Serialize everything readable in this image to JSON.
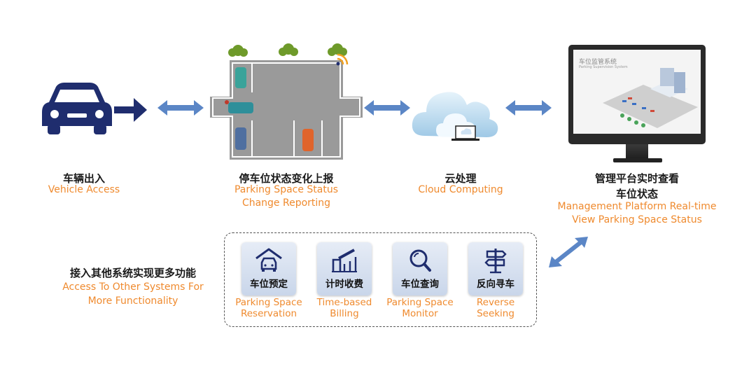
{
  "stages": [
    {
      "cn": "车辆出入",
      "en": [
        "Vehicle Access"
      ]
    },
    {
      "cn": "停车位状态变化上报",
      "en": [
        "Parking Space Status",
        "Change Reporting"
      ]
    },
    {
      "cn": "云处理",
      "en": [
        "Cloud Computing"
      ]
    },
    {
      "cn": [
        "管理平台实时查看",
        "车位状态"
      ],
      "en": [
        "Management Platform Real-time",
        "View Parking Space Status"
      ]
    }
  ],
  "monitor": {
    "title_cn": "车位监管系统",
    "title_en": "Parking Supervision System"
  },
  "extension": {
    "cn": "接入其他系统实现更多功能",
    "en": [
      "Access To Other Systems For",
      "More Functionality"
    ]
  },
  "features": [
    {
      "icon": "garage-car-icon",
      "cn": "车位预定",
      "en": [
        "Parking Space",
        "Reservation"
      ]
    },
    {
      "icon": "barrier-gate-icon",
      "cn": "计时收费",
      "en": [
        "Time-based",
        "Billing"
      ]
    },
    {
      "icon": "magnifier-icon",
      "cn": "车位查询",
      "en": [
        "Parking Space",
        "Monitor"
      ]
    },
    {
      "icon": "signpost-icon",
      "cn": "反向寻车",
      "en": [
        "Reverse",
        "Seeking"
      ]
    }
  ],
  "colors": {
    "accent": "#ef8a2e",
    "navy": "#1f2d6e",
    "arrow": "#5b86c6"
  }
}
